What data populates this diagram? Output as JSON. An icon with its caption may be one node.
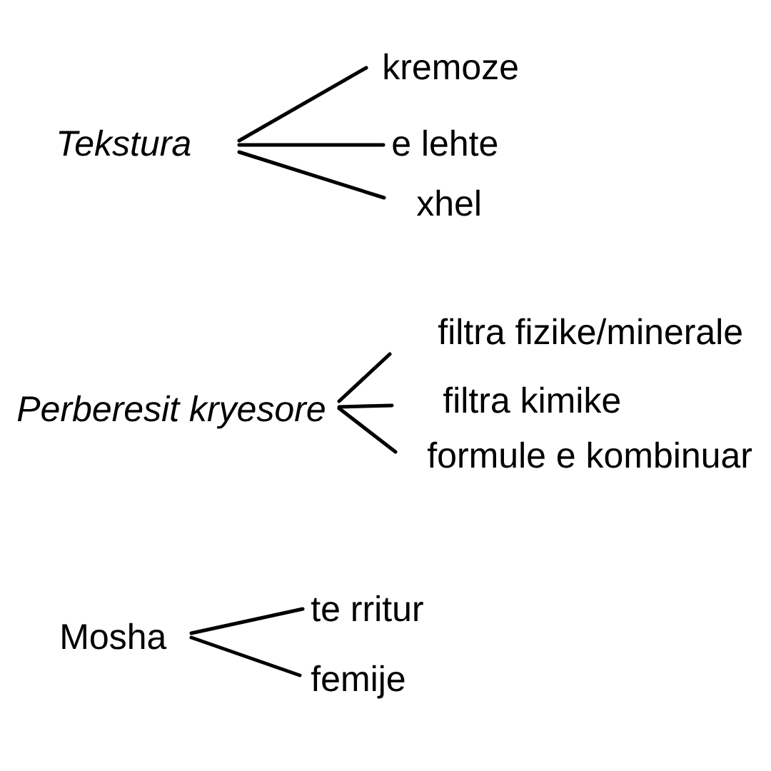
{
  "diagram": {
    "nodes": [
      {
        "text": [
          "Tekstura"
        ]
      },
      {
        "text": [
          "kremoze"
        ]
      },
      {
        "text": [
          "e lehte"
        ]
      },
      {
        "text": [
          "xhel"
        ]
      },
      {
        "text": [
          "Perberesit kryesore"
        ]
      },
      {
        "text": [
          "filtra fizike/minerale"
        ]
      },
      {
        "text": [
          "filtra kimike"
        ]
      },
      {
        "text": [
          "formule e kombinuar"
        ]
      },
      {
        "text": [
          "Mosha"
        ]
      },
      {
        "text": [
          "te rritur"
        ]
      },
      {
        "text": [
          "femije"
        ]
      }
    ],
    "edges": [
      {
        "from": 0,
        "to": 1,
        "arrow": "none"
      },
      {
        "from": 0,
        "to": 2,
        "arrow": "none"
      },
      {
        "from": 0,
        "to": 3,
        "arrow": "none"
      },
      {
        "from": 4,
        "to": 5,
        "arrow": "none"
      },
      {
        "from": 4,
        "to": 6,
        "arrow": "none"
      },
      {
        "from": 4,
        "to": 7,
        "arrow": "none"
      },
      {
        "from": 8,
        "to": 9,
        "arrow": "none"
      },
      {
        "from": 8,
        "to": 10,
        "arrow": "none"
      }
    ]
  }
}
